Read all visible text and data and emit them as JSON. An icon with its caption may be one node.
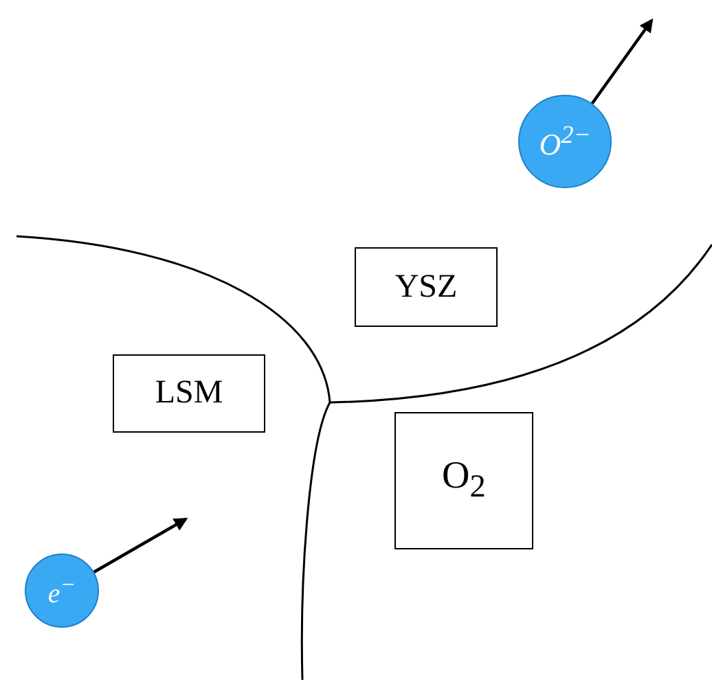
{
  "diagram": {
    "nodes": [
      {
        "text": [
          "LSM"
        ]
      },
      {
        "text": [
          "YSZ"
        ]
      },
      {
        "text": [
          "O$_{2}$"
        ]
      },
      {
        "text": [
          "e$^{−}$"
        ]
      },
      {
        "text": [
          "O$^{2−}$"
        ]
      }
    ],
    "edges": [
      {
        "from": 3,
        "to": null,
        "arrow": "to"
      },
      {
        "from": 4,
        "to": null,
        "arrow": "to"
      }
    ]
  }
}
